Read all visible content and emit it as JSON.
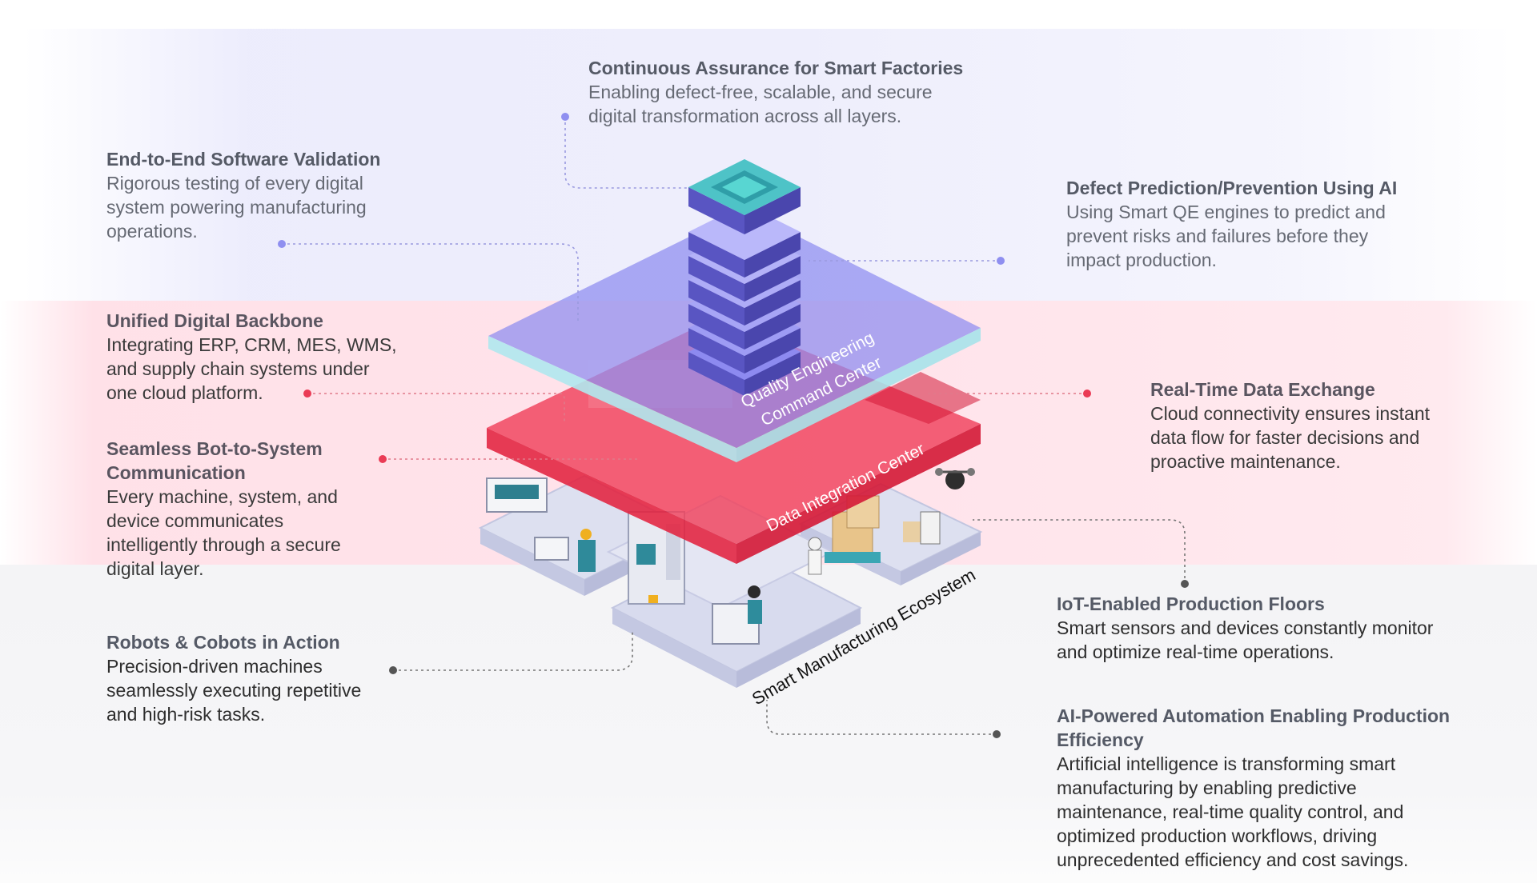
{
  "layers": {
    "quality": "Quality Engineering\nCommand Center",
    "quality_line1": "Quality Engineering",
    "quality_line2": "Command Center",
    "data": "Data Integration Center",
    "ecosystem": "Smart Manufacturing Ecosystem"
  },
  "callouts": {
    "assurance": {
      "title": "Continuous Assurance for Smart Factories",
      "desc": "Enabling defect-free, scalable, and secure\ndigital transformation across all layers."
    },
    "validation": {
      "title": "End-to-End Software Validation",
      "desc": "Rigorous testing of every digital\nsystem powering manufacturing\noperations."
    },
    "defect": {
      "title": "Defect Prediction/Prevention Using AI",
      "desc": "Using Smart QE engines to predict and\nprevent risks and failures before they\nimpact production."
    },
    "backbone": {
      "title": "Unified Digital Backbone",
      "desc": "Integrating ERP, CRM, MES, WMS,\nand supply chain systems under\none cloud platform."
    },
    "realtime": {
      "title": "Real-Time Data Exchange",
      "desc": "Cloud connectivity ensures instant\ndata flow for faster decisions and\nproactive maintenance."
    },
    "bot": {
      "title": "Seamless Bot-to-System\nCommunication",
      "desc": "Every machine, system, and\ndevice communicates\nintelligently through a secure\ndigital layer."
    },
    "iot": {
      "title": "IoT-Enabled Production Floors",
      "desc": "Smart sensors and devices constantly monitor\nand optimize real-time operations."
    },
    "robots": {
      "title": "Robots & Cobots in Action",
      "desc": "Precision-driven machines\nseamlessly executing repetitive\nand high-risk tasks."
    },
    "ai": {
      "title": "AI-Powered Automation Enabling Production\nEfficiency",
      "desc": "Artificial intelligence is transforming smart\nmanufacturing by enabling predictive\nmaintenance, real-time quality control, and\noptimized production workflows, driving\nunprecedented efficiency and cost savings."
    }
  },
  "colors": {
    "lavender": "#8f8ff0",
    "pink": "#ea3b55",
    "gray_dot": "#555555",
    "server": "#7b78e0",
    "accent_cyan": "#40c8c0"
  }
}
